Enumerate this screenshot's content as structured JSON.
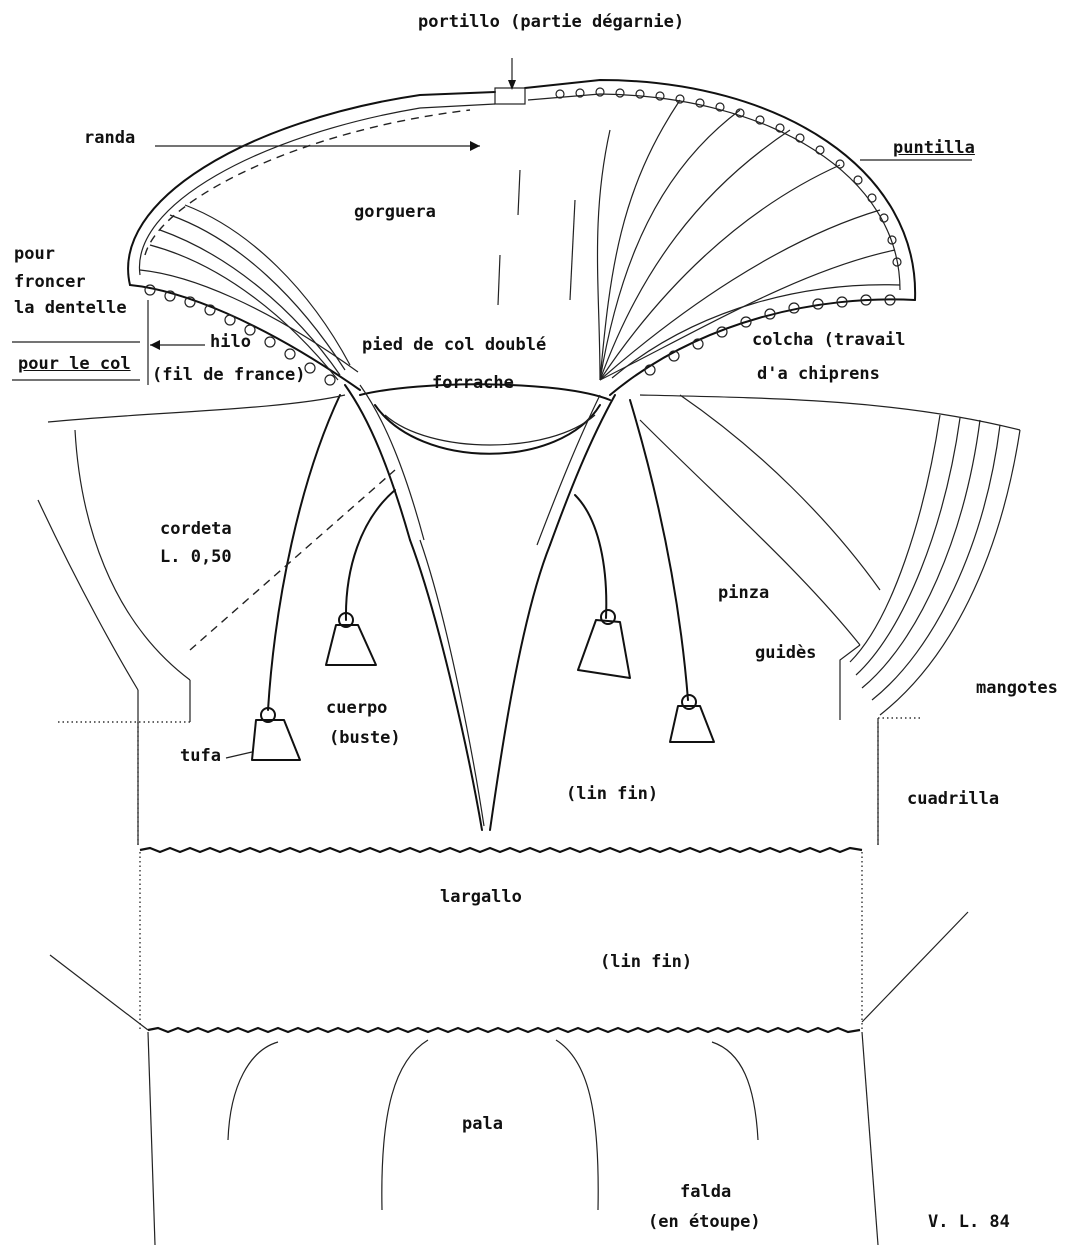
{
  "labels": {
    "portillo": "portillo (partie dégarnie)",
    "randa": "randa",
    "puntilla": "puntilla",
    "gorguera": "gorguera",
    "pour": "pour",
    "froncer": "froncer",
    "la_dentelle": "la dentelle",
    "pour_le_col": "pour le col",
    "hilo": "hilo",
    "fil_de_france": "(fil de france)",
    "pied_de_col": "pied de col doublé",
    "forrache": "forrache",
    "colcha": "colcha (travail",
    "chiprens": "d'a chiprens",
    "cordeta": "cordeta",
    "cordeta_len": "L. 0,50",
    "pinza": "pinza",
    "guides": "guidès",
    "mangotes": "mangotes",
    "cuerpo": "cuerpo",
    "buste": "(buste)",
    "tufa": "tufa",
    "lin_fin_1": "(lin fin)",
    "cuadrilla": "cuadrilla",
    "largallo": "largallo",
    "lin_fin_2": "(lin fin)",
    "pala": "pala",
    "falda": "falda",
    "en_etoupe": "(en étoupe)",
    "signature": "V. L. 84"
  },
  "colors": {
    "ink": "#111111",
    "paper": "#ffffff"
  }
}
